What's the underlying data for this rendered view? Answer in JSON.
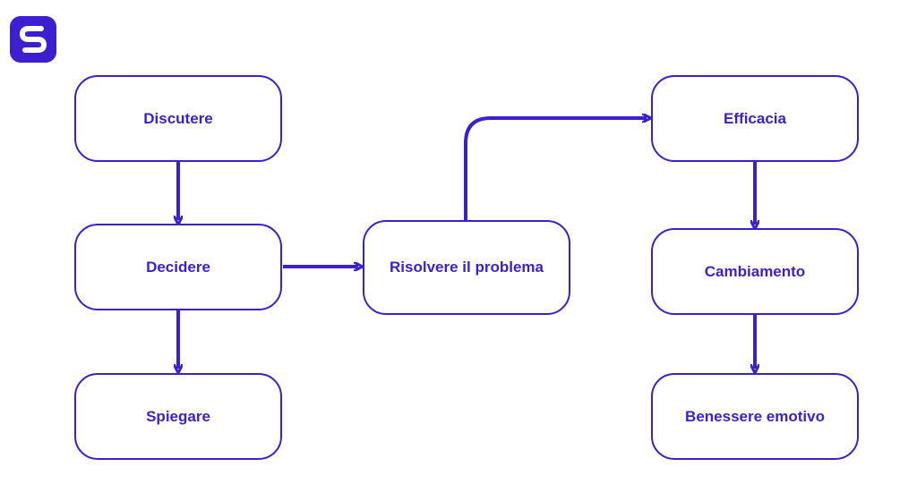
{
  "colors": {
    "accent": "#3d1fd0",
    "background": "#ffffff"
  },
  "logo": {
    "icon": "s-logo-icon"
  },
  "nodes": {
    "discutere": "Discutere",
    "decidere": "Decidere",
    "spiegare": "Spiegare",
    "risolvere": "Risolvere il problema",
    "efficacia": "Efficacia",
    "cambiamento": "Cambiamento",
    "benessere": "Benessere emotivo"
  },
  "edges": [
    {
      "from": "Discutere",
      "to": "Decidere"
    },
    {
      "from": "Decidere",
      "to": "Spiegare"
    },
    {
      "from": "Decidere",
      "to": "Risolvere il problema"
    },
    {
      "from": "Risolvere il problema",
      "to": "Efficacia"
    },
    {
      "from": "Efficacia",
      "to": "Cambiamento"
    },
    {
      "from": "Cambiamento",
      "to": "Benessere emotivo"
    }
  ]
}
